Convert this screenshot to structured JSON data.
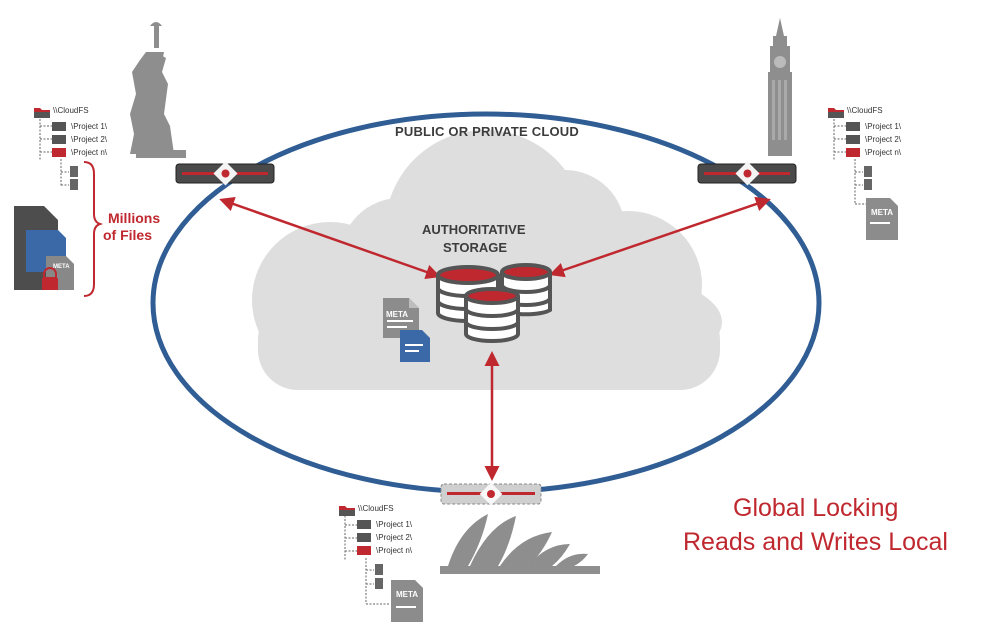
{
  "cloud": {
    "title": "PUBLIC OR PRIVATE CLOUD",
    "storage_line1": "AUTHORITATIVE",
    "storage_line2": "STORAGE",
    "meta_label": "META"
  },
  "site_left": {
    "root": "\\\\CloudFS",
    "folders": [
      "\\Project 1\\",
      "\\Project 2\\",
      "\\Project n\\"
    ],
    "brace_line1": "Millions",
    "brace_line2": "of Files",
    "meta_label": "META"
  },
  "site_right": {
    "root": "\\\\CloudFS",
    "folders": [
      "\\Project 1\\",
      "\\Project 2\\",
      "\\Project n\\"
    ],
    "meta_label": "META"
  },
  "site_bottom": {
    "root": "\\\\CloudFS",
    "folders": [
      "\\Project 1\\",
      "\\Project 2\\",
      "\\Project n\\"
    ],
    "meta_label": "META"
  },
  "caption": {
    "line1": "Global Locking",
    "line2": "Reads and Writes Local"
  },
  "colors": {
    "accent_red": "#c0282f",
    "ring_blue": "#2f5d94",
    "cloud_grey": "#dcdcdc",
    "landmark_grey": "#8a8a8a",
    "doc_blue": "#3b69a8"
  },
  "icons": [
    "statue-of-liberty",
    "big-ben",
    "sydney-opera-house",
    "cloud-gateway-appliance",
    "database-cylinder",
    "folder",
    "document",
    "padlock"
  ]
}
